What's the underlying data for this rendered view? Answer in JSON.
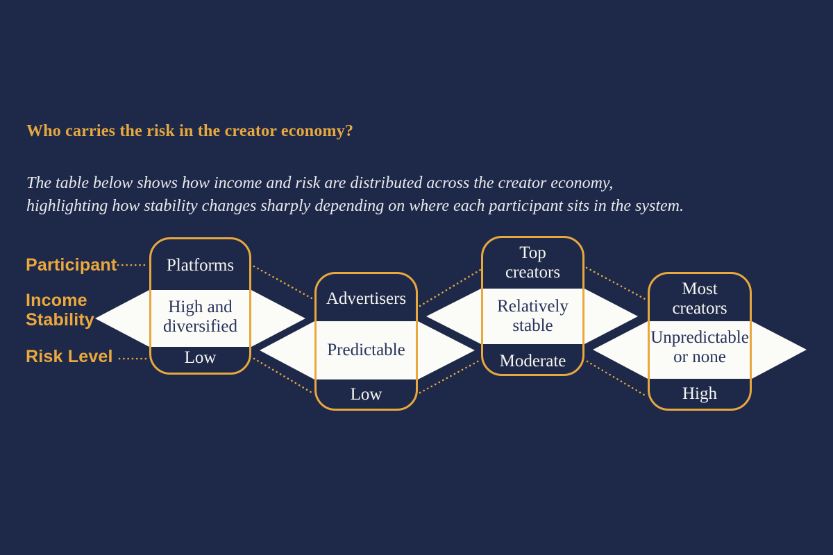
{
  "colors": {
    "background": "#1E2949",
    "accent_orange": "#E8A83E",
    "title_gold": "#E6A93F",
    "band_white": "#FBFBF8",
    "navy_text_on_band": "#27325A",
    "white_text": "#F5F5F1"
  },
  "title": "Who carries the risk in the creator economy?",
  "subtitle": [
    "The table below shows how income and risk are distributed across the creator economy,",
    "highlighting how stability changes sharply depending on where each participant sits in the system."
  ],
  "row_labels": {
    "participant": "Participant",
    "income_stability": [
      "Income",
      "Stability"
    ],
    "risk_level": "Risk Level"
  },
  "table": {
    "columns": [
      {
        "participant": [
          "Platforms"
        ],
        "income_stability": [
          "High and",
          "diversified"
        ],
        "risk_level": "Low"
      },
      {
        "participant": [
          "Advertisers"
        ],
        "income_stability": [
          "Predictable"
        ],
        "risk_level": "Low"
      },
      {
        "participant": [
          "Top",
          "creators"
        ],
        "income_stability": [
          "Relatively",
          "stable"
        ],
        "risk_level": "Moderate"
      },
      {
        "participant": [
          "Most",
          "creators"
        ],
        "income_stability": [
          "Unpredictable",
          "or none"
        ],
        "risk_level": "High"
      }
    ]
  }
}
